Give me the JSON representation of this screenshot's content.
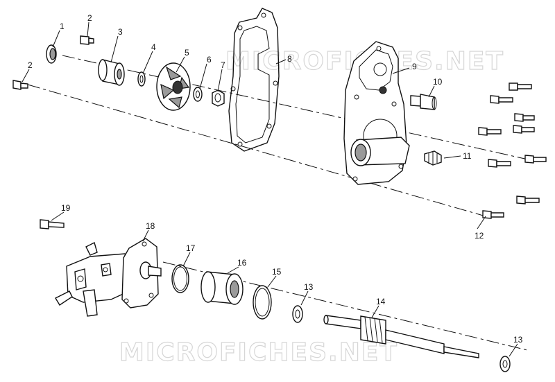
{
  "watermark": "MICROFICHES.NET",
  "callouts": [
    "1",
    "2",
    "2",
    "3",
    "4",
    "5",
    "6",
    "7",
    "8",
    "9",
    "10",
    "11",
    "12",
    "13",
    "13",
    "14",
    "15",
    "16",
    "17",
    "18",
    "19"
  ]
}
